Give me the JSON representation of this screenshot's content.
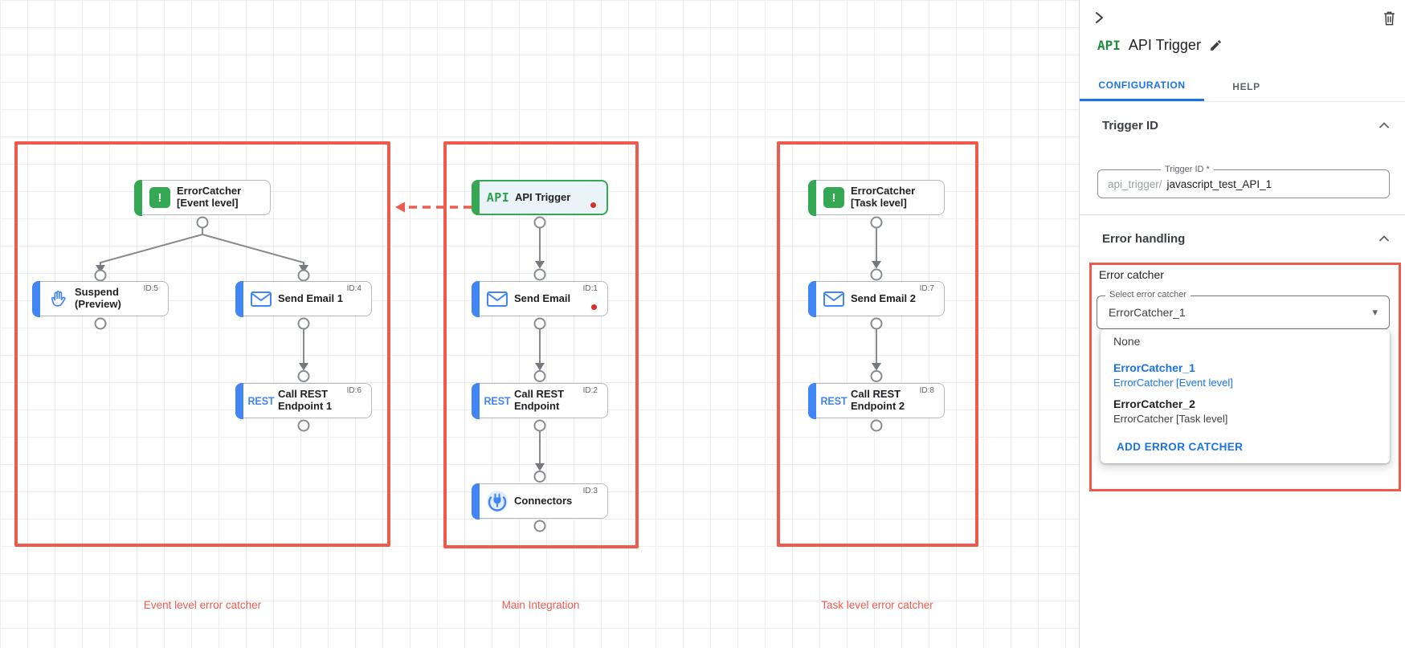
{
  "colors": {
    "annotation_red": "#ef5a4c",
    "task_blue": "#4285f4",
    "trigger_green": "#34a853",
    "link_blue": "#1a73e8",
    "red_dot": "#d93025"
  },
  "canvas": {
    "groups": [
      {
        "label": "Event level error catcher"
      },
      {
        "label": "Main Integration"
      },
      {
        "label": "Task level error catcher"
      }
    ],
    "glyphs": {
      "error": "!",
      "api": "API",
      "rest": "REST"
    },
    "nodes": {
      "ec_event": {
        "line1": "ErrorCatcher",
        "line2": "[Event level]",
        "id": ""
      },
      "suspend": {
        "line1": "Suspend",
        "line2": "(Preview)",
        "id": "ID:5"
      },
      "send_email_1": {
        "line1": "Send Email 1",
        "line2": "",
        "id": "ID:4"
      },
      "call_rest_1": {
        "line1": "Call REST",
        "line2": "Endpoint 1",
        "id": "ID:6"
      },
      "api_trigger": {
        "line1": "API Trigger",
        "line2": "",
        "id": ""
      },
      "send_email": {
        "line1": "Send Email",
        "line2": "",
        "id": "ID:1"
      },
      "call_rest": {
        "line1": "Call REST",
        "line2": "Endpoint",
        "id": "ID:2"
      },
      "connectors": {
        "line1": "Connectors",
        "line2": "",
        "id": "ID:3"
      },
      "ec_task": {
        "line1": "ErrorCatcher",
        "line2": "[Task level]",
        "id": ""
      },
      "send_email_2": {
        "line1": "Send Email 2",
        "line2": "",
        "id": "ID:7"
      },
      "call_rest_2": {
        "line1": "Call REST",
        "line2": "Endpoint 2",
        "id": "ID:8"
      }
    }
  },
  "panel": {
    "title": "API Trigger",
    "title_badge": "API",
    "tabs": [
      {
        "label": "CONFIGURATION",
        "active": true
      },
      {
        "label": "HELP",
        "active": false
      }
    ],
    "trigger_id": {
      "header": "Trigger ID",
      "field_label": "Trigger ID *",
      "prefix": "api_trigger/",
      "value": "javascript_test_API_1"
    },
    "error_handling": {
      "header": "Error handling",
      "error_catcher_label": "Error catcher",
      "select_label": "Select error catcher",
      "select_value": "ErrorCatcher_1",
      "select_arrow": "▾",
      "dropdown": {
        "none": "None",
        "options": [
          {
            "name": "ErrorCatcher_1",
            "detail": "ErrorCatcher [Event level]"
          },
          {
            "name": "ErrorCatcher_2",
            "detail": "ErrorCatcher [Task level]"
          }
        ],
        "add_button": "ADD ERROR CATCHER"
      }
    }
  }
}
